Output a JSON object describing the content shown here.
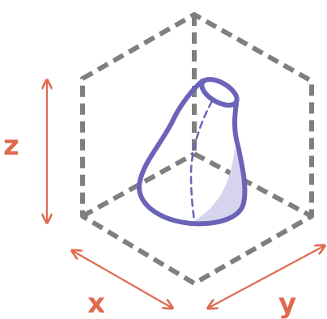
{
  "labels": {
    "z": "z",
    "x": "x",
    "y": "y"
  },
  "colors": {
    "box_dash": "#7f7f7f",
    "shape_outline": "#6a63b8",
    "shape_shade": "#d6d3ee",
    "axis_accent": "#e06a4e"
  },
  "elements": {
    "box": "dashed-isometric-cube",
    "shape": "vase-shaped-3d-object",
    "axes": [
      "z-axis-double-arrow",
      "x-axis-double-arrow",
      "y-axis-double-arrow"
    ]
  }
}
